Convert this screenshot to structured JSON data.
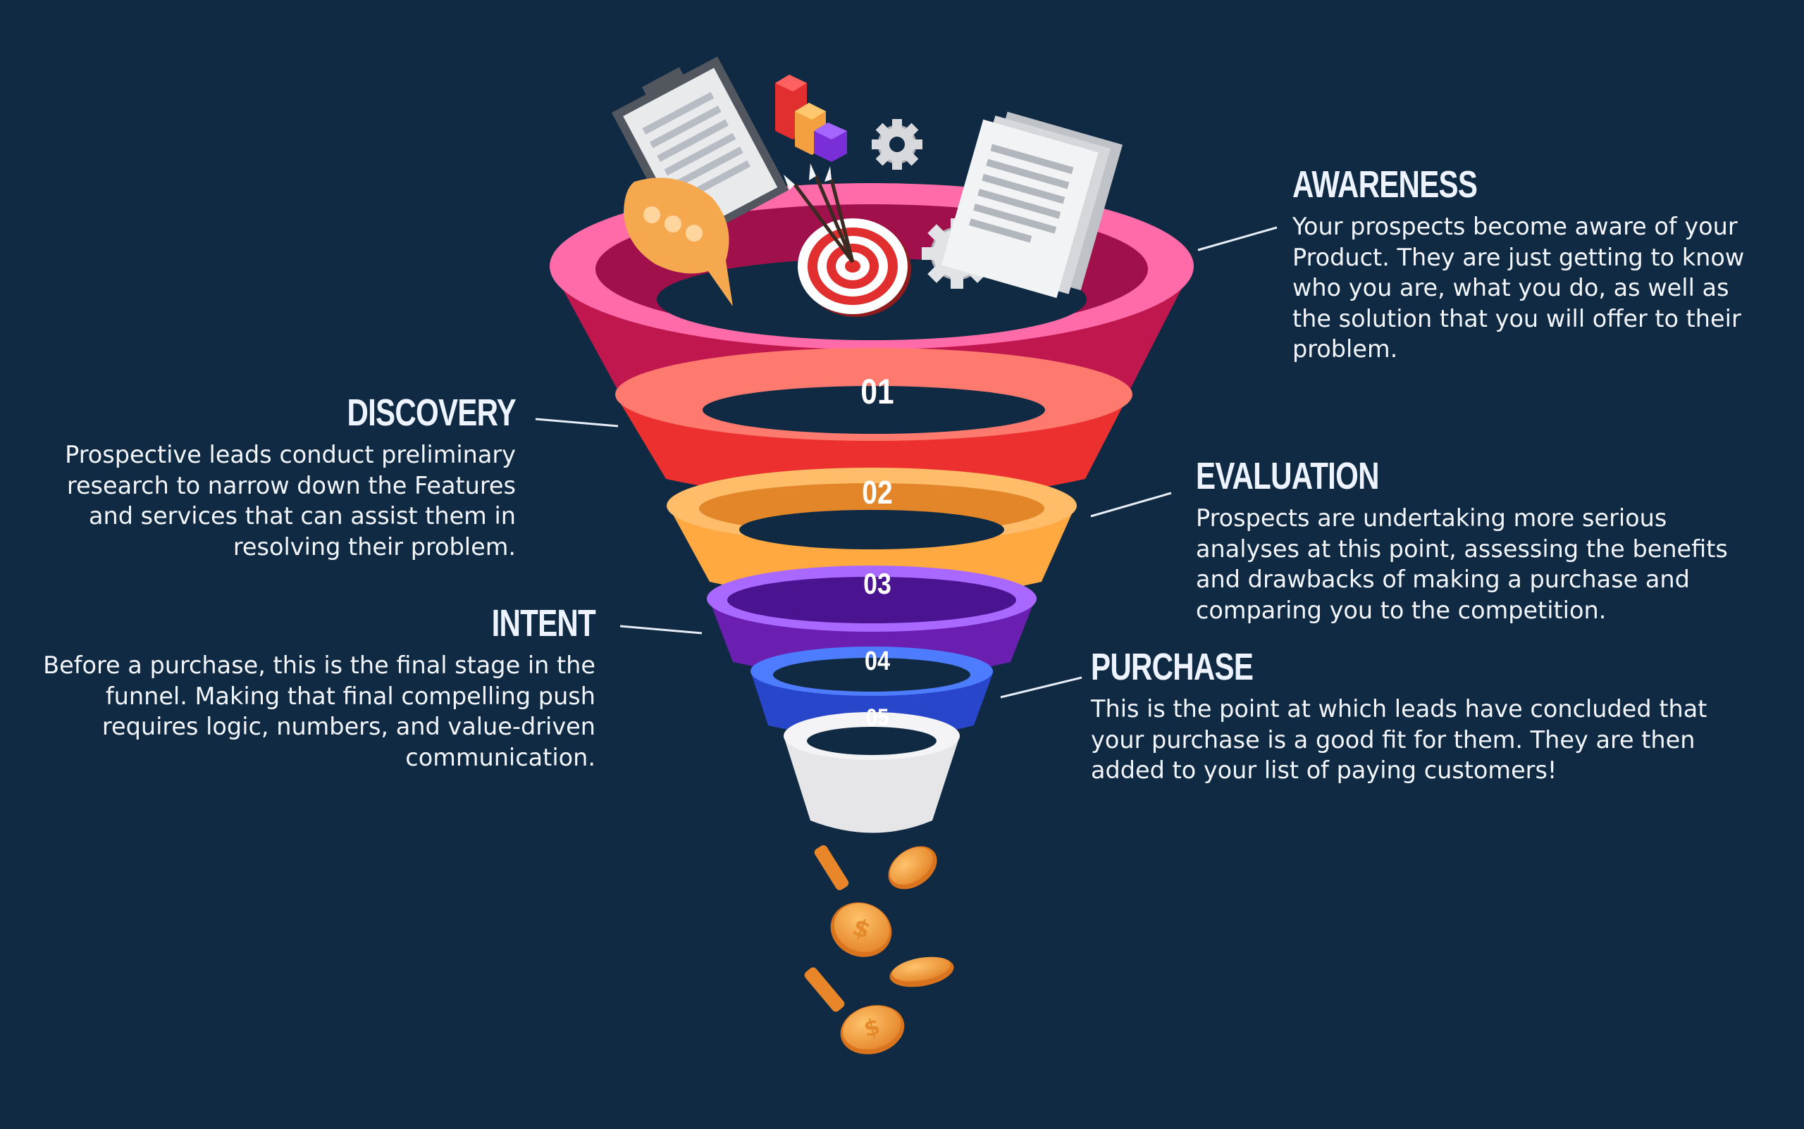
{
  "stages": [
    {
      "number": "01",
      "title": "AWARENESS",
      "description": "Your prospects become aware of your Product. They are just getting to know who you are, what you do, as well as the solution that you will offer to their problem.",
      "color": "#c0174f"
    },
    {
      "number": "02",
      "title": "DISCOVERY",
      "description": "Prospective leads conduct preliminary research to narrow down the Features and services that can assist them in resolving their problem.",
      "color": "#ec3030"
    },
    {
      "number": "03",
      "title": "EVALUATION",
      "description": "Prospects are undertaking more serious analyses at this point, assessing the benefits and drawbacks of making a purchase and comparing you to the competition.",
      "color": "#ffa940"
    },
    {
      "number": "04",
      "title": "INTENT",
      "description": "Before a purchase, this is the final stage in the funnel. Making that final compelling push requires logic, numbers, and value-driven communication.",
      "color": "#6a1fb0"
    },
    {
      "number": "05",
      "title": "PURCHASE",
      "description": "This is the point at which leads have concluded that your purchase is a good fit for them. They are then added to your list of paying customers!",
      "color": "#2746c9"
    }
  ],
  "colors": {
    "background": "#0f2a42",
    "text": "#ffffff",
    "coin": "#f4a341"
  },
  "icons": [
    "clipboard-icon",
    "chat-bubble-icon",
    "bar-blocks-icon",
    "gear-icon",
    "target-icon",
    "documents-icon",
    "coin-icon"
  ]
}
